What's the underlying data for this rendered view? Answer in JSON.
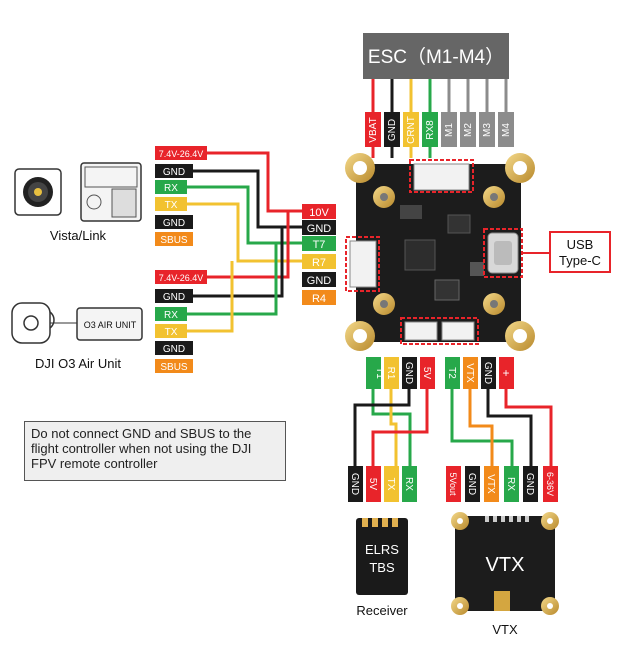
{
  "esc": {
    "title": "ESC（M1-M4）",
    "pins": [
      "VBAT",
      "GND",
      "CRNT",
      "RX8",
      "M1",
      "M2",
      "M3",
      "M4"
    ]
  },
  "vista": {
    "label": "Vista/Link",
    "pins": [
      "7.4V-26.4V",
      "GND",
      "RX",
      "TX",
      "GND",
      "SBUS"
    ]
  },
  "o3": {
    "label": "DJI O3 Air Unit",
    "badge": "O3 AIR UNIT",
    "pins": [
      "7.4V-26.4V",
      "GND",
      "RX",
      "TX",
      "GND",
      "SBUS"
    ]
  },
  "fc_pads": [
    "10V",
    "GND",
    "T7",
    "R7",
    "GND",
    "R4"
  ],
  "usb": {
    "label_line1": "USB",
    "label_line2": "Type-C"
  },
  "bottom_left_pins": [
    "T1",
    "R1",
    "GND",
    "5V"
  ],
  "bottom_right_pins": [
    "T2",
    "VTX",
    "GND",
    "+"
  ],
  "receiver": {
    "pins": [
      "GND",
      "5V",
      "TX",
      "RX"
    ],
    "line1": "ELRS",
    "line2": "TBS",
    "label": "Receiver"
  },
  "vtx": {
    "pins": [
      "5Vout",
      "GND",
      "VTX",
      "RX",
      "GND",
      "6-36V"
    ],
    "chip": "VTX",
    "label": "VTX"
  },
  "note": "Do not connect GND and SBUS to the flight controller when not using the DJI FPV remote controller",
  "colors": {
    "red": "#e8242a",
    "black": "#1a1a1a",
    "yellow": "#f2c230",
    "green": "#27a84a",
    "orange": "#f28a1a",
    "gray": "#8c8c8c"
  }
}
